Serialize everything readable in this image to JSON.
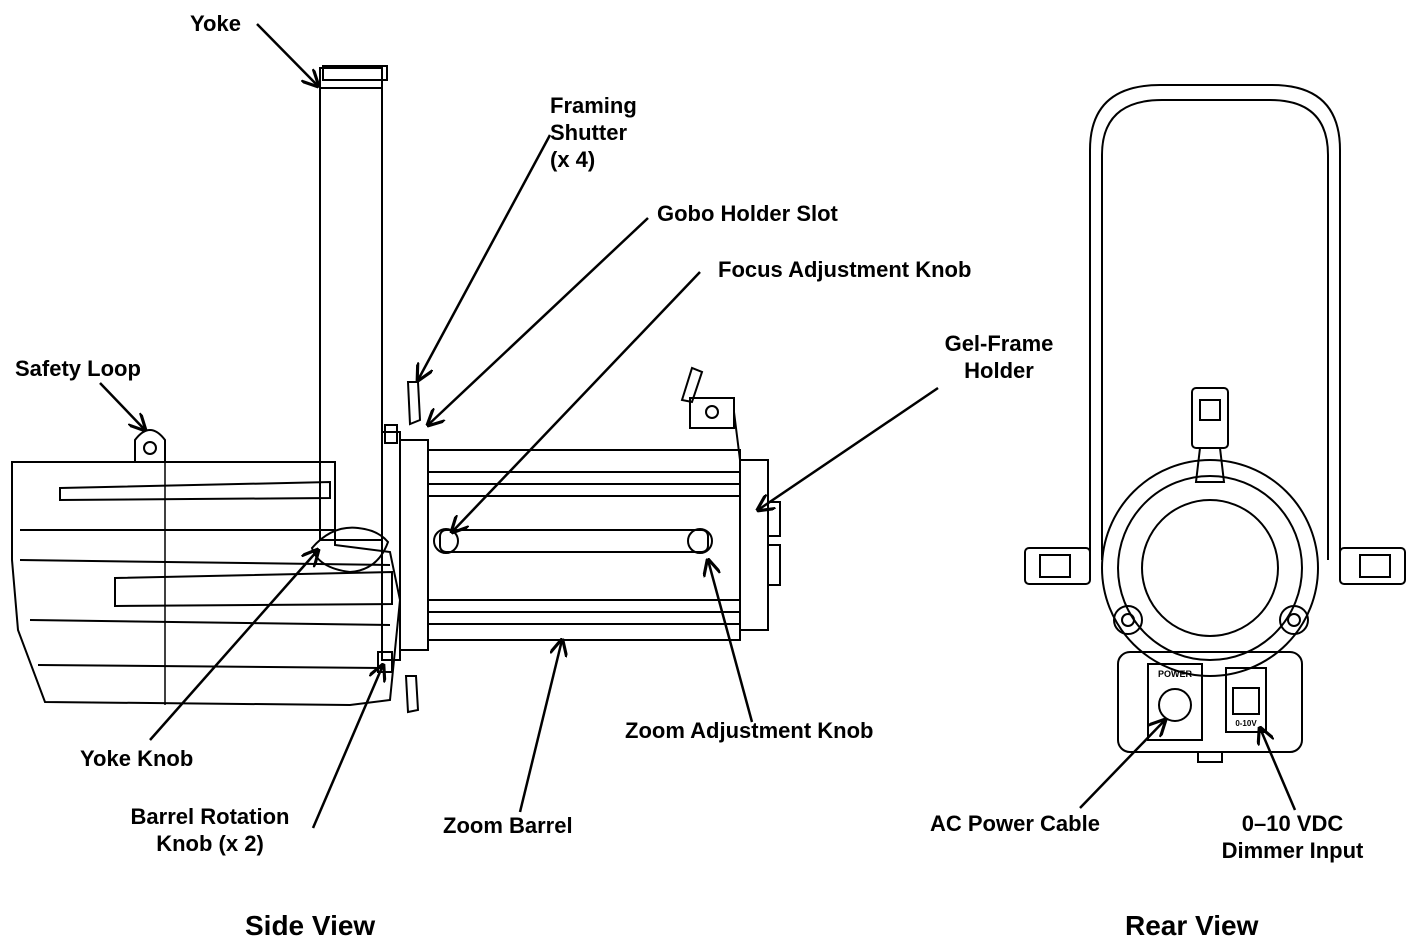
{
  "labels": {
    "yoke": "Yoke",
    "framing_shutter": [
      "Framing",
      "Shutter",
      "(x 4)"
    ],
    "gobo_holder_slot": "Gobo Holder Slot",
    "focus_adjustment_knob": "Focus Adjustment Knob",
    "gel_frame_holder": [
      "Gel-Frame",
      "Holder"
    ],
    "safety_loop": "Safety Loop",
    "yoke_knob": "Yoke Knob",
    "barrel_rotation_knob": [
      "Barrel Rotation",
      "Knob (x 2)"
    ],
    "zoom_barrel": "Zoom Barrel",
    "zoom_adjustment_knob": "Zoom Adjustment Knob",
    "ac_power_cable": "AC Power Cable",
    "dimmer_input": [
      "0–10 VDC",
      "Dimmer Input"
    ]
  },
  "panel_text": {
    "power": "POWER",
    "dimmer": "0-10V"
  },
  "views": {
    "side": "Side View",
    "rear": "Rear View"
  }
}
